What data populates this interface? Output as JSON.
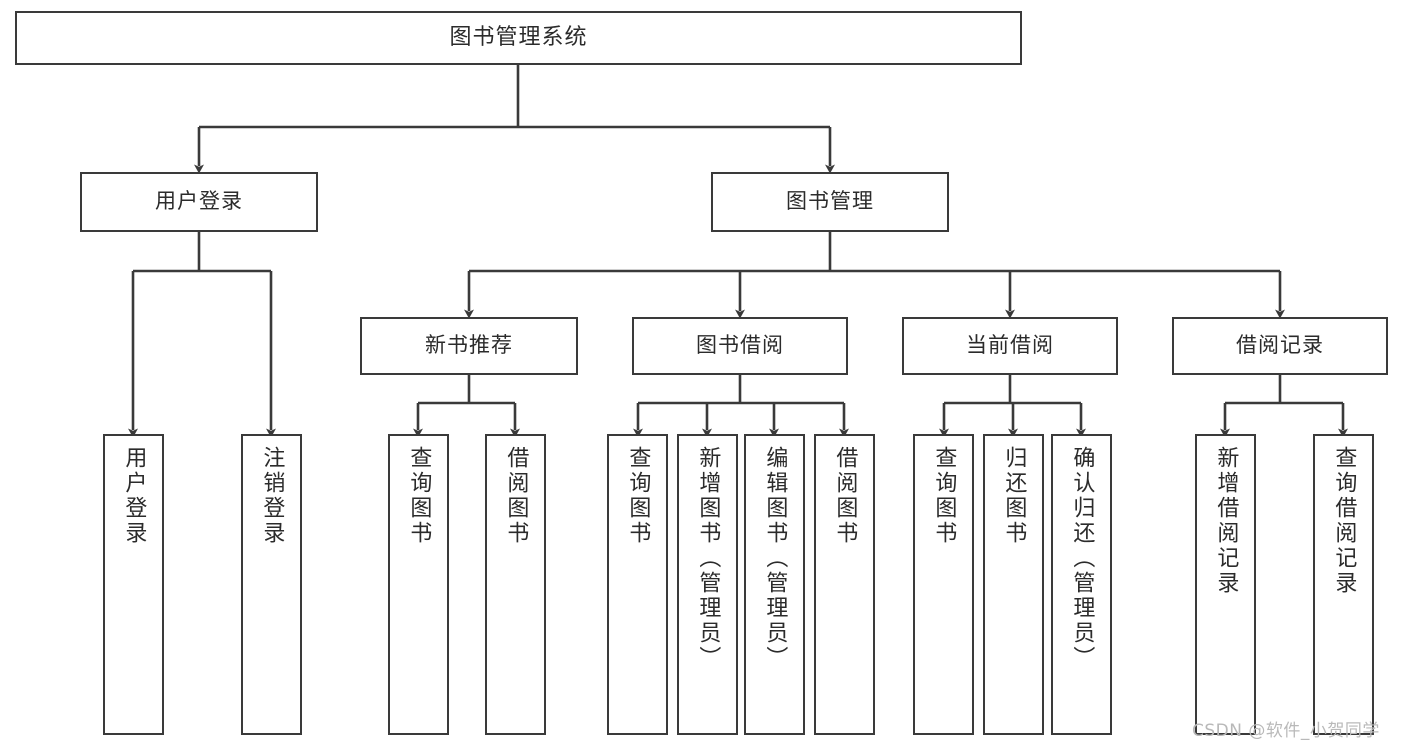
{
  "diagram": {
    "title": "图书管理系统",
    "root": {
      "label": "图书管理系统"
    },
    "level2": [
      {
        "label": "用户登录"
      },
      {
        "label": "图书管理"
      }
    ],
    "level3": [
      {
        "label": "新书推荐"
      },
      {
        "label": "图书借阅"
      },
      {
        "label": "当前借阅"
      },
      {
        "label": "借阅记录"
      }
    ],
    "leaves": {
      "user_login": [
        {
          "label": "用户登录"
        },
        {
          "label": "注销登录"
        }
      ],
      "new_book_recommend": [
        {
          "label": "查询图书"
        },
        {
          "label": "借阅图书"
        }
      ],
      "book_borrow": [
        {
          "label": "查询图书"
        },
        {
          "label": "新增图书（管理员）"
        },
        {
          "label": "编辑图书（管理员）"
        },
        {
          "label": "借阅图书"
        }
      ],
      "current_borrow": [
        {
          "label": "查询图书"
        },
        {
          "label": "归还图书"
        },
        {
          "label": "确认归还（管理员）"
        }
      ],
      "borrow_record": [
        {
          "label": "新增借阅记录"
        },
        {
          "label": "查询借阅记录"
        }
      ]
    }
  },
  "watermark": {
    "text": "CSDN @软件_小贺同学"
  },
  "colors": {
    "box_border": "#3a3a3a",
    "box_fill": "#ffffff",
    "edge": "#3a3a3a",
    "text": "#2b2b2b",
    "watermark": "#b9b9b9",
    "background": "#ffffff"
  }
}
